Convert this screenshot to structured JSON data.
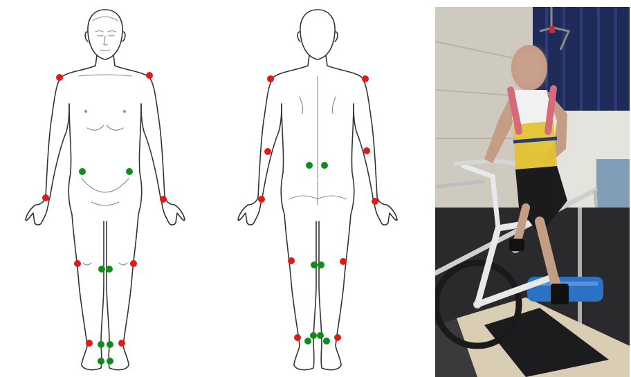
{
  "figure": {
    "panels": [
      "anterior-view",
      "posterior-view",
      "photo-treadmill-bike"
    ]
  },
  "marker_colors": {
    "red": "#e0191b",
    "green": "#138a1d"
  },
  "photo_colors": {
    "curtain": "#1e2a58",
    "wall": "#d8d4cb",
    "floor": "#2a2a2c",
    "harness": "#e2c22d",
    "bike": "#e9e9ec",
    "rollers": "#2b72c6"
  }
}
